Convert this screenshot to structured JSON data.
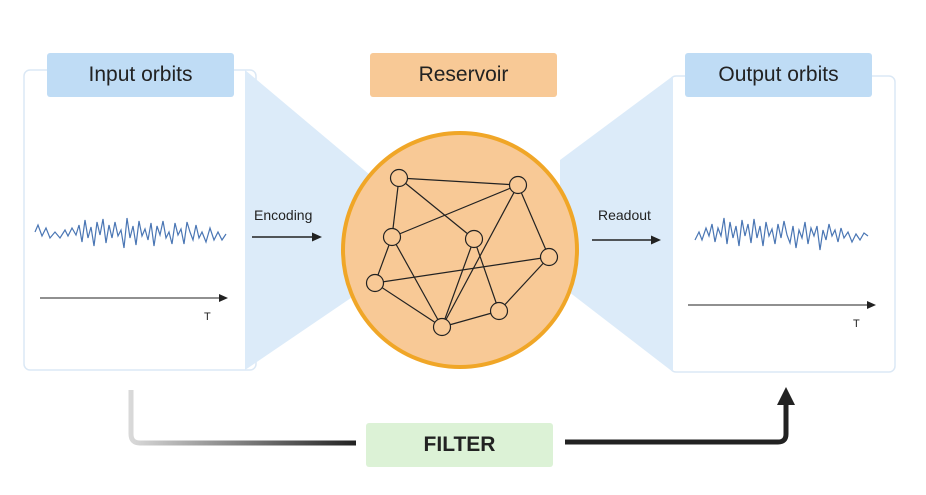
{
  "labels": {
    "input_orbits": "Input orbits",
    "reservoir": "Reservoir",
    "output_orbits": "Output orbits",
    "encoding": "Encoding",
    "readout": "Readout",
    "filter": "FILTER",
    "input_time_axis": "T",
    "output_time_axis": "T"
  },
  "colors": {
    "panel_blue": "#bfdcf5",
    "funnel_blue": "#dcebf9",
    "reservoir_fill": "#f8c996",
    "reservoir_stroke": "#f0a627",
    "filter_green": "#dcf2d6",
    "signal_line": "#4a76b4"
  },
  "icons": {
    "arrows": "arrow-right-icon",
    "feedback": "arrow-up-icon"
  }
}
